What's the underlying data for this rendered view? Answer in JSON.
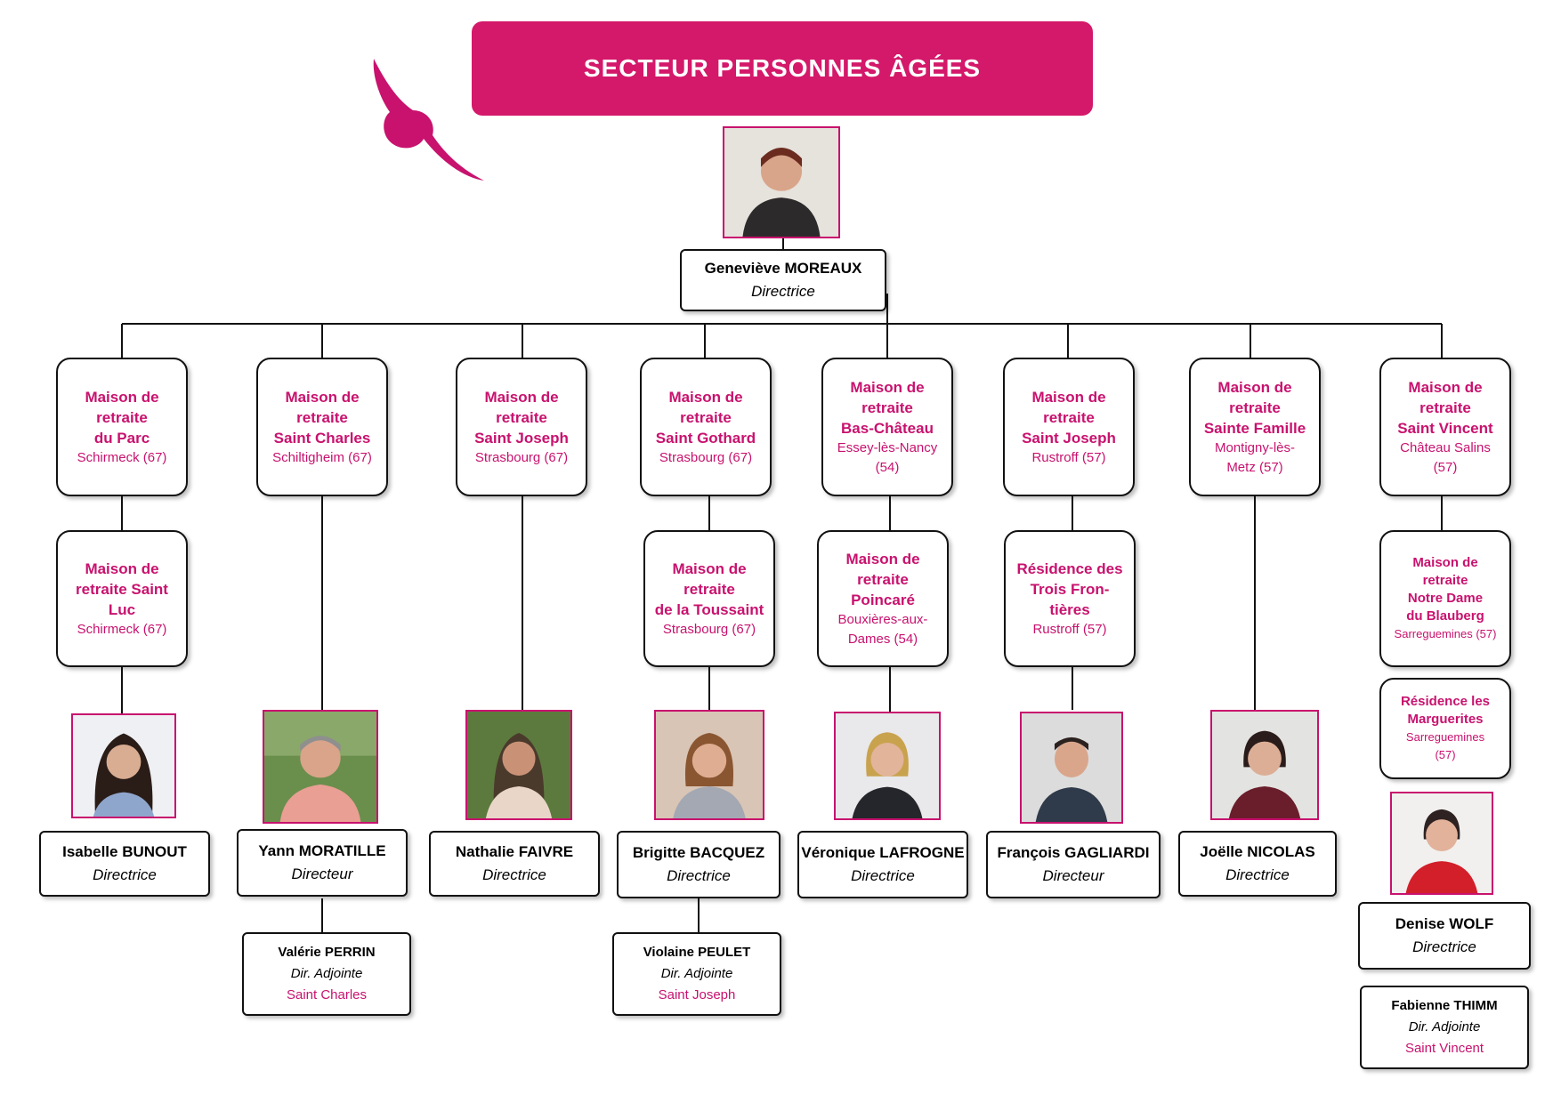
{
  "title": "SECTEUR PERSONNES ÂGÉES",
  "colors": {
    "accent": "#d4186a",
    "unit_text": "#c8126e",
    "line": "#111111"
  },
  "head": {
    "name": "Geneviève MOREAUX",
    "role": "Directrice"
  },
  "units": [
    {
      "name": "Maison de\nretraite\ndu Parc",
      "location": "Schirmeck (67)"
    },
    {
      "name": "Maison de\nretraite\nSaint Charles",
      "location": "Schiltigheim (67)"
    },
    {
      "name": "Maison de\nretraite\nSaint Joseph",
      "location": "Strasbourg (67)"
    },
    {
      "name": "Maison de\nretraite\nSaint Gothard",
      "location": "Strasbourg  (67)"
    },
    {
      "name": "Maison de\nretraite\nBas-Château",
      "location": "Essey-lès-Nancy\n(54)"
    },
    {
      "name": "Maison de\nretraite\nSaint Joseph",
      "location": "Rustroff (57)"
    },
    {
      "name": "Maison de\nretraite\nSainte Famille",
      "location": "Montigny-lès-\nMetz (57)"
    },
    {
      "name": "Maison de\nretraite\nSaint Vincent",
      "location": "Château Salins\n(57)"
    },
    {
      "name": "Maison de\nretraite Saint\nLuc",
      "location": "Schirmeck (67)"
    },
    {
      "name": "Maison de\nretraite\nde la Toussaint",
      "location": "Strasbourg (67)"
    },
    {
      "name": "Maison de\nretraite\nPoincaré",
      "location": "Bouxières-aux-\nDames (54)"
    },
    {
      "name": "Résidence des\nTrois Fron-\ntières",
      "location": "Rustroff (57)"
    },
    {
      "name": "Maison de\nretraite\nNotre Dame\ndu Blauberg",
      "location": "Sarreguemines (57)"
    },
    {
      "name": "Résidence les\nMarguerites",
      "location": "Sarreguemines\n(57)"
    }
  ],
  "people": [
    {
      "name": "Isabelle BUNOUT",
      "role": "Directrice"
    },
    {
      "name": "Yann MORATILLE",
      "role": "Directeur"
    },
    {
      "name": "Nathalie FAIVRE",
      "role": "Directrice"
    },
    {
      "name": "Brigitte BACQUEZ",
      "role": "Directrice"
    },
    {
      "name": "Véronique LAFROGNE",
      "role": "Directrice"
    },
    {
      "name": "François GAGLIARDI",
      "role": "Directeur"
    },
    {
      "name": "Joëlle NICOLAS",
      "role": "Directrice"
    },
    {
      "name": "Denise WOLF",
      "role": "Directrice"
    }
  ],
  "deputies": [
    {
      "name": "Valérie PERRIN",
      "role": "Dir. Adjointe",
      "site": "Saint Charles"
    },
    {
      "name": "Violaine PEULET",
      "role": "Dir. Adjointe",
      "site": "Saint Joseph"
    },
    {
      "name": "Fabienne THIMM",
      "role": "Dir. Adjointe",
      "site": "Saint Vincent"
    }
  ]
}
